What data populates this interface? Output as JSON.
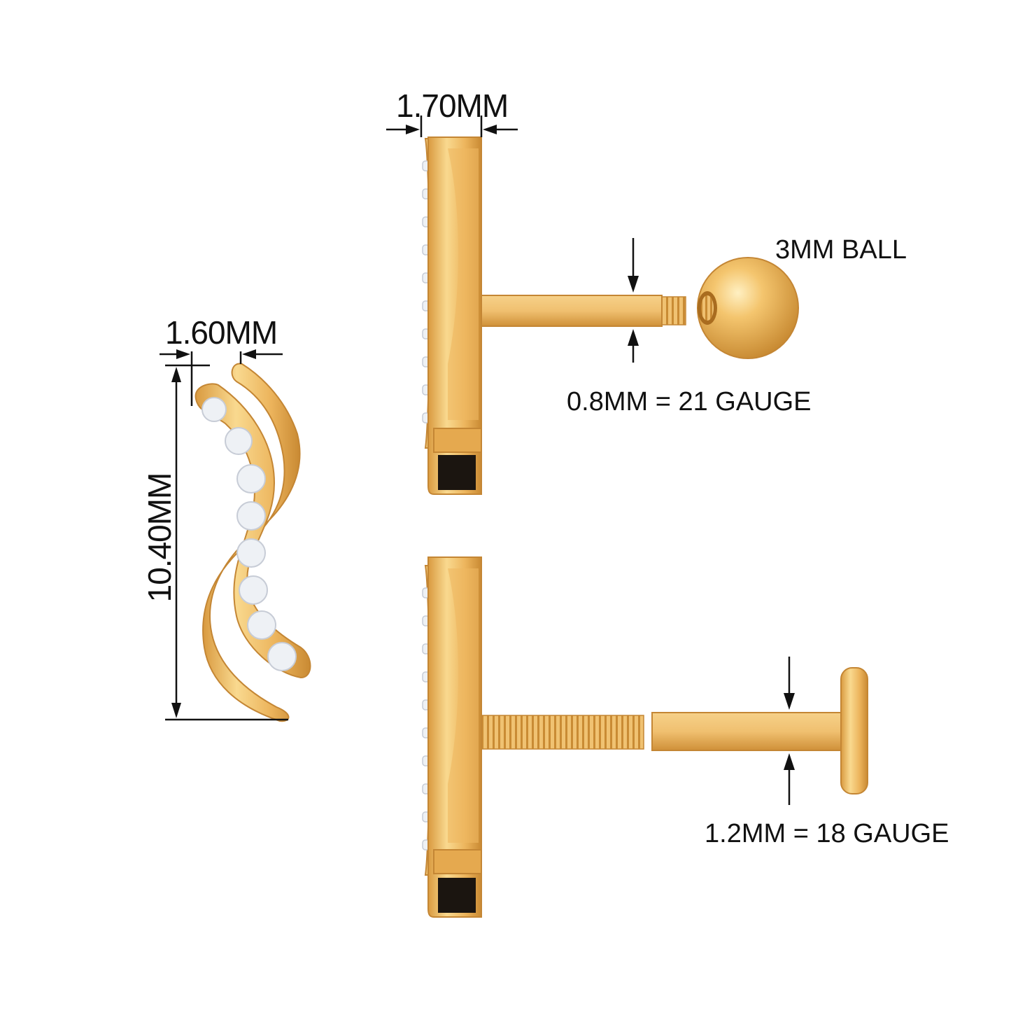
{
  "dimensions": {
    "top_width": "1.70MM",
    "front_width": "1.60MM",
    "height": "10.40MM",
    "ball": "3MM BALL",
    "gauge_thin": "0.8MM = 21 GAUGE",
    "gauge_thick": "1.2MM = 18 GAUGE"
  },
  "colors": {
    "gold_light": "#f7d283",
    "gold_mid": "#eab15a",
    "gold_dark": "#b87a26",
    "line": "#111111",
    "stone": "#eef1f5"
  }
}
